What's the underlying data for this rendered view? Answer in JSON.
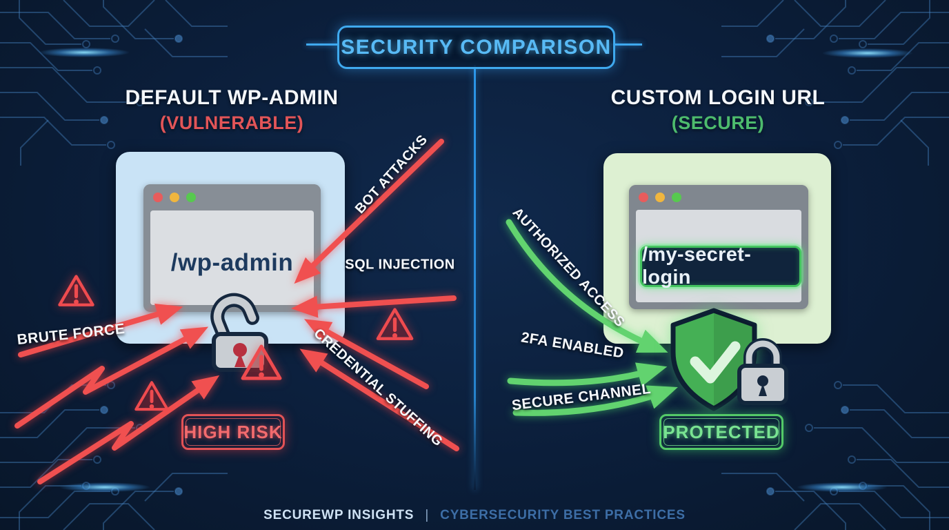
{
  "title_badge": {
    "label": "SECURITY COMPARISON"
  },
  "left_panel": {
    "heading": "DEFAULT WP-ADMIN",
    "subheading": "(VULNERABLE)",
    "browser_url": "/wp-admin",
    "threat_labels": [
      "BRUTE FORCE",
      "BOT ATTACKS",
      "SQL INJECTION",
      "CREDENTIAL STUFFING"
    ],
    "risk_badge": "HIGH RISK"
  },
  "right_panel": {
    "heading": "CUSTOM LOGIN URL",
    "subheading": "(SECURE)",
    "browser_url": "/my-secret-login",
    "benefit_labels": [
      "AUTHORIZED ACCESS",
      "2FA ENABLED",
      "SECURE CHANNEL"
    ],
    "status_badge": "PROTECTED"
  },
  "footer": {
    "brand": "SECUREWP INSIGHTS",
    "separator": "|",
    "tagline": "CYBERSECURITY BEST PRACTICES"
  },
  "colors": {
    "accent_blue": "#45b1f4",
    "danger_red": "#ef5050",
    "success_green": "#57c25f",
    "background_navy": "#0b1e3a"
  },
  "icons": {
    "left_lock": "lock-open-icon",
    "right_lock": "lock-closed-icon",
    "shield": "shield-check-icon",
    "warning": "warning-triangle-icon",
    "window_controls": [
      "window-dot-red",
      "window-dot-yellow",
      "window-dot-green"
    ]
  }
}
